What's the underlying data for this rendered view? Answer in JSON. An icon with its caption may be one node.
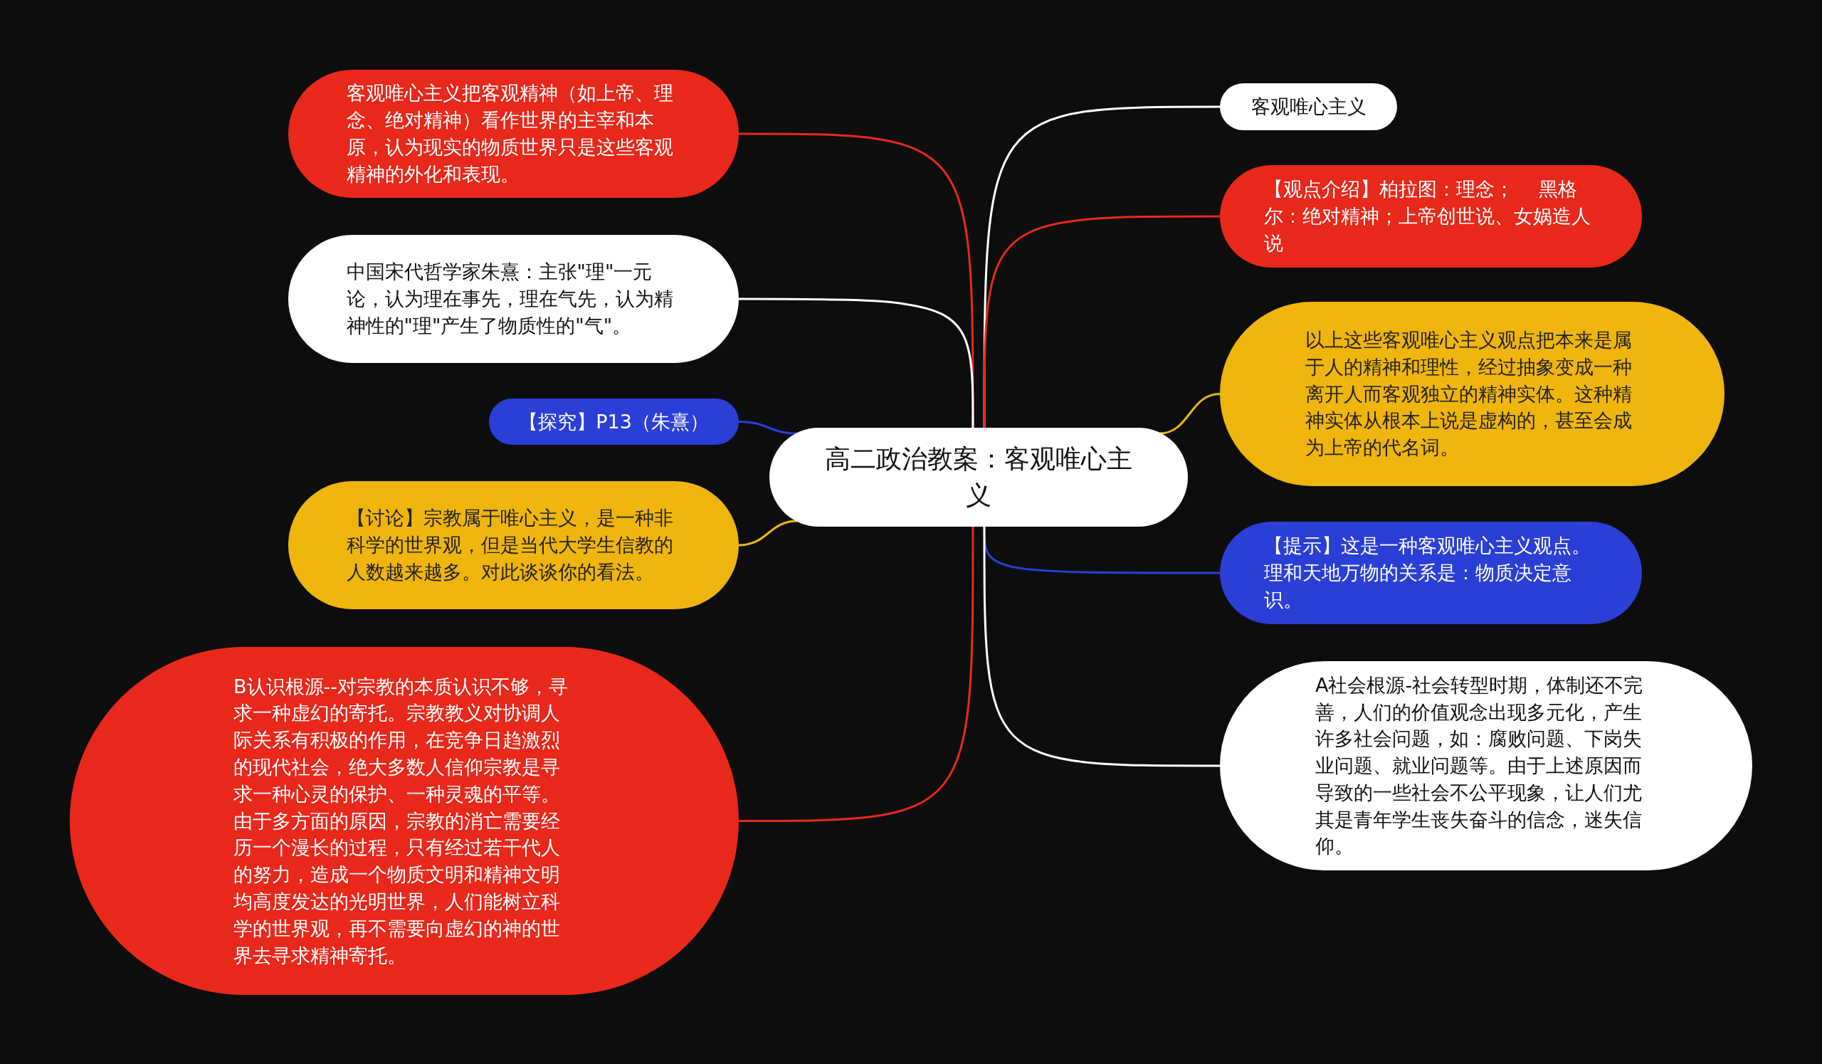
{
  "diagram": {
    "nodes": [
      {
        "text": [
          "高二政治教案：客观唯心主义"
        ]
      },
      {
        "text": [
          "客观唯心主义把客观精神（如上帝、理念、绝对精神）看作世界的主宰和本原，认为现实的物质世界只是这些客观精神的外化和表现。"
        ]
      },
      {
        "text": [
          "中国宋代哲学家朱熹：主张\"理\"一元论，认为理在事先，理在气先，认为精神性的\"理\"产生了物质性的\"气\"。"
        ]
      },
      {
        "text": [
          "【探究】P13（朱熹）"
        ]
      },
      {
        "text": [
          "【讨论】宗教属于唯心主义，是一种非科学的世界观，但是当代大学生信教的人数越来越多。对此谈谈你的看法。"
        ]
      },
      {
        "text": [
          "B认识根源--对宗教的本质认识不够，寻求一种虚幻的寄托。宗教教义对协调人际关系有积极的作用，在竞争日趋激烈的现代社会，绝大多数人信仰宗教是寻求一种心灵的保护、一种灵魂的平等。由于多方面的原因，宗教的消亡需要经历一个漫长的过程，只有经过若干代人的努力，造成一个物质文明和精神文明均高度发达的光明世界，人们能树立科学的世界观，再不需要向虚幻的神的世界去寻求精神寄托。"
        ]
      },
      {
        "text": [
          "客观唯心主义"
        ]
      },
      {
        "text": [
          "【观点介绍】柏拉图：理念；　 黑格尔：绝对精神；上帝创世说、女娲造人说"
        ]
      },
      {
        "text": [
          "以上这些客观唯心主义观点把本来是属于人的精神和理性，经过抽象变成一种离开人而客观独立的精神实体。这种精神实体从根本上说是虚构的，甚至会成为上帝的代名词。"
        ]
      },
      {
        "text": [
          "【提示】这是一种客观唯心主义观点。理和天地万物的关系是：物质决定意识。"
        ]
      },
      {
        "text": [
          "A社会根源-社会转型时期，体制还不完善，人们的价值观念出现多元化，产生许多社会问题，如：腐败问题、下岗失业问题、就业问题等。由于上述原因而导致的一些社会不公平现象，让人们尤其是青年学生丧失奋斗的信念，迷失信仰。"
        ]
      }
    ],
    "edges": [
      {
        "from": 0,
        "to": 1,
        "arrow": "none",
        "color": "#e8281b"
      },
      {
        "from": 0,
        "to": 2,
        "arrow": "none",
        "color": "#ffffff"
      },
      {
        "from": 0,
        "to": 3,
        "arrow": "none",
        "color": "#2a3fd6"
      },
      {
        "from": 0,
        "to": 4,
        "arrow": "none",
        "color": "#efb50c"
      },
      {
        "from": 0,
        "to": 5,
        "arrow": "none",
        "color": "#e8281b"
      },
      {
        "from": 0,
        "to": 6,
        "arrow": "none",
        "color": "#ffffff"
      },
      {
        "from": 0,
        "to": 7,
        "arrow": "none",
        "color": "#e8281b"
      },
      {
        "from": 0,
        "to": 8,
        "arrow": "none",
        "color": "#efb50c"
      },
      {
        "from": 0,
        "to": 9,
        "arrow": "none",
        "color": "#2a3fd6"
      },
      {
        "from": 0,
        "to": 10,
        "arrow": "none",
        "color": "#ffffff"
      }
    ]
  }
}
